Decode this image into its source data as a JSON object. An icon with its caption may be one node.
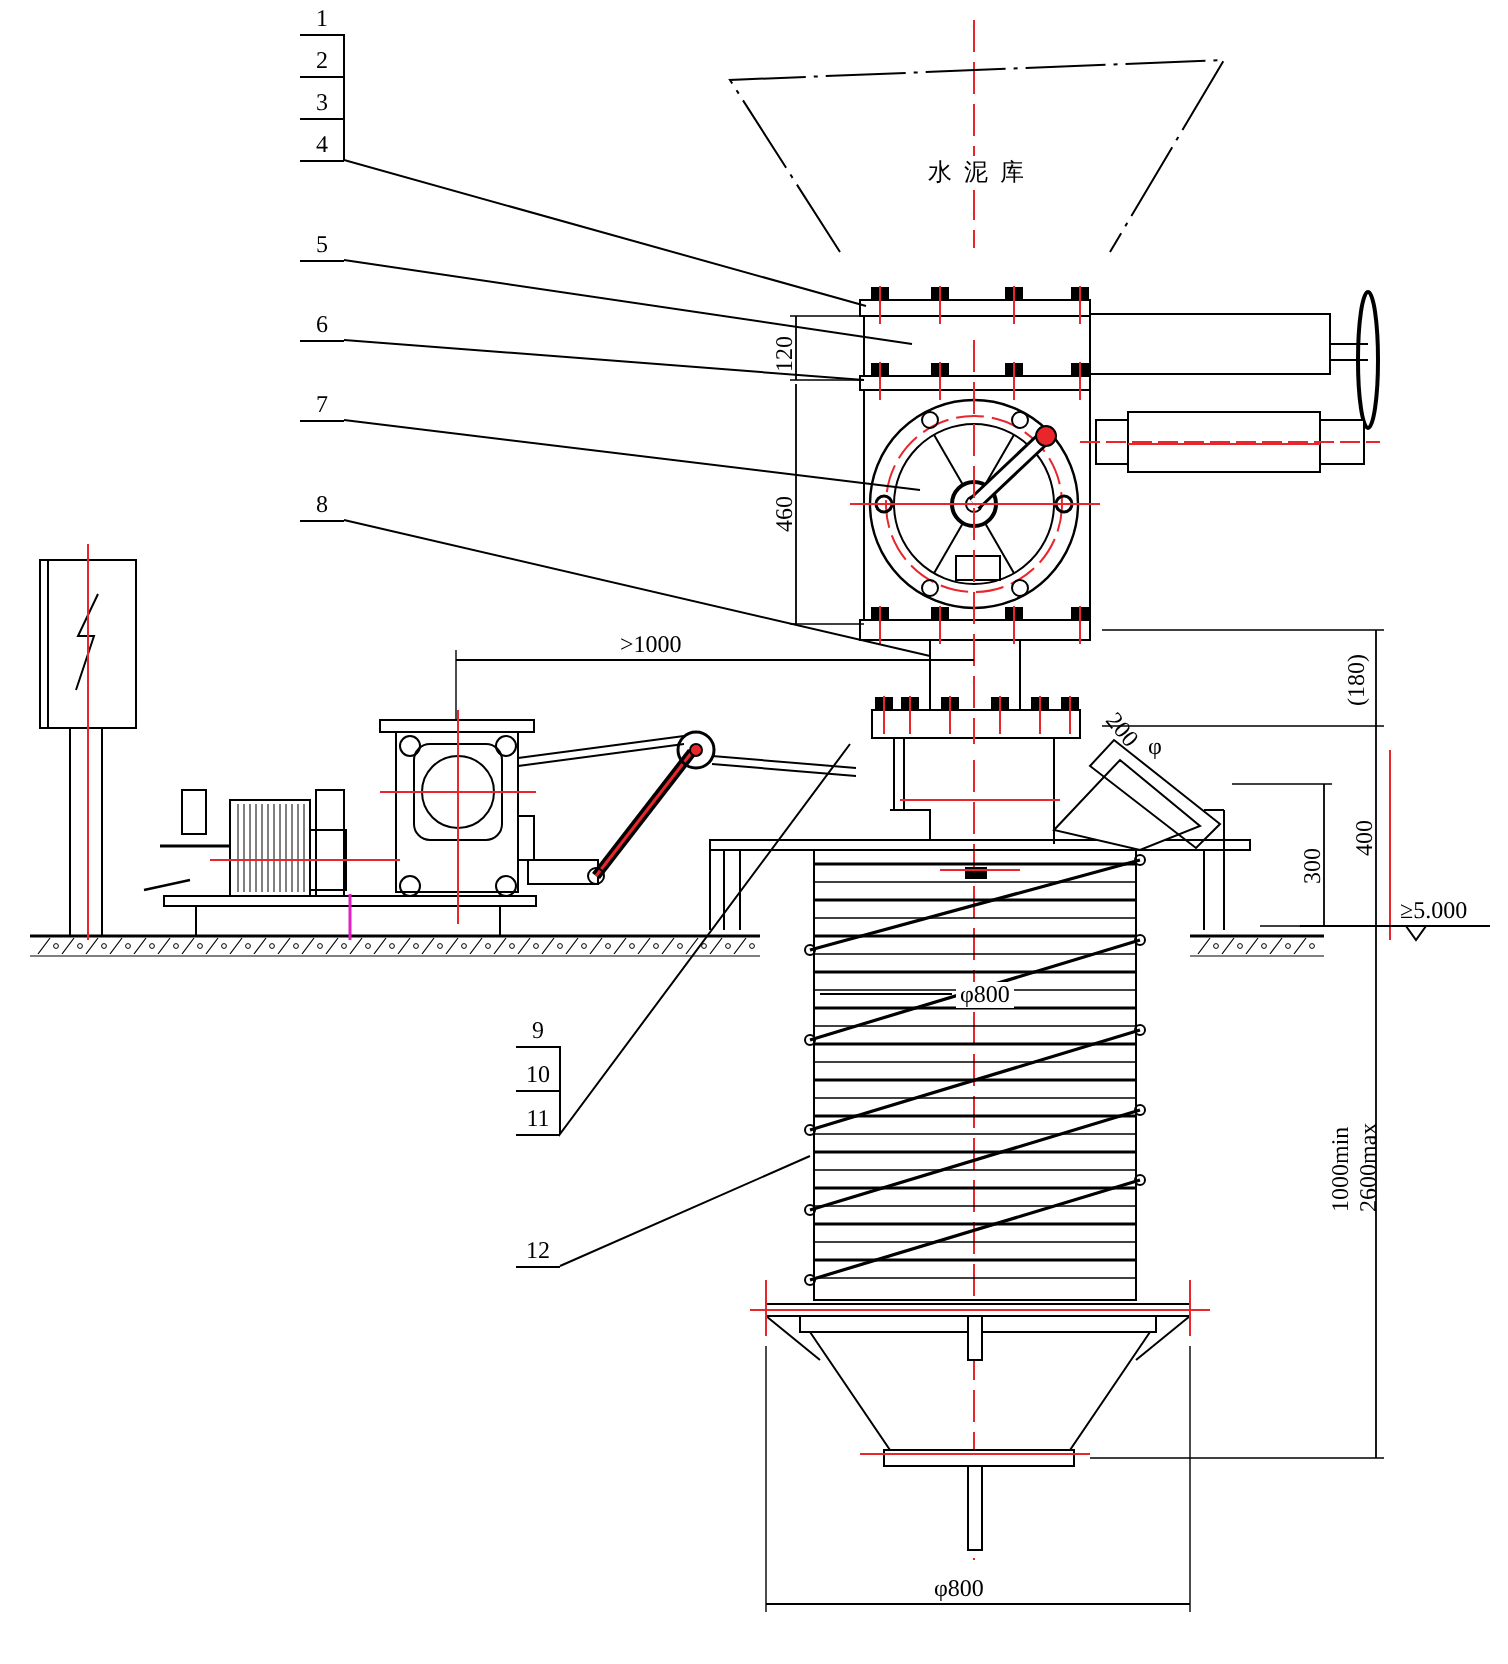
{
  "diagram": {
    "nodes": [
      {
        "text": [
          "1"
        ]
      },
      {
        "text": [
          "2"
        ]
      },
      {
        "text": [
          "3"
        ]
      },
      {
        "text": [
          "4"
        ]
      },
      {
        "text": [
          "5"
        ]
      },
      {
        "text": [
          "6"
        ]
      },
      {
        "text": [
          "7"
        ]
      },
      {
        "text": [
          "8"
        ]
      },
      {
        "text": [
          "9"
        ]
      },
      {
        "text": [
          "10"
        ]
      },
      {
        "text": [
          "11"
        ]
      },
      {
        "text": [
          "12"
        ]
      },
      {
        "text": [
          "水泥库"
        ]
      },
      {
        "text": [],
        "shape": "picture"
      },
      {
        "text": [],
        "shape": "picture"
      }
    ],
    "edges": [
      {
        "from": 0,
        "to": 13,
        "arrow": "none"
      },
      {
        "from": 1,
        "to": 13,
        "arrow": "none"
      },
      {
        "from": 2,
        "to": 13,
        "arrow": "none"
      },
      {
        "from": 3,
        "to": 13,
        "arrow": "none"
      },
      {
        "from": 4,
        "to": 13,
        "arrow": "none"
      },
      {
        "from": 5,
        "to": 13,
        "arrow": "none"
      },
      {
        "from": 6,
        "to": 13,
        "arrow": "none"
      },
      {
        "from": 7,
        "to": 13,
        "arrow": "none"
      },
      {
        "from": 8,
        "to": 13,
        "arrow": "none"
      },
      {
        "from": 9,
        "to": 13,
        "arrow": "none"
      },
      {
        "from": 10,
        "to": 13,
        "arrow": "none"
      },
      {
        "from": 11,
        "to": 14,
        "arrow": "none"
      }
    ],
    "labels": [
      "120",
      "460",
      ">1000",
      "(180)",
      "200",
      "φ",
      "400",
      "300",
      "≥5.000",
      "φ800",
      "1000min",
      "2600max",
      "φ800"
    ]
  }
}
